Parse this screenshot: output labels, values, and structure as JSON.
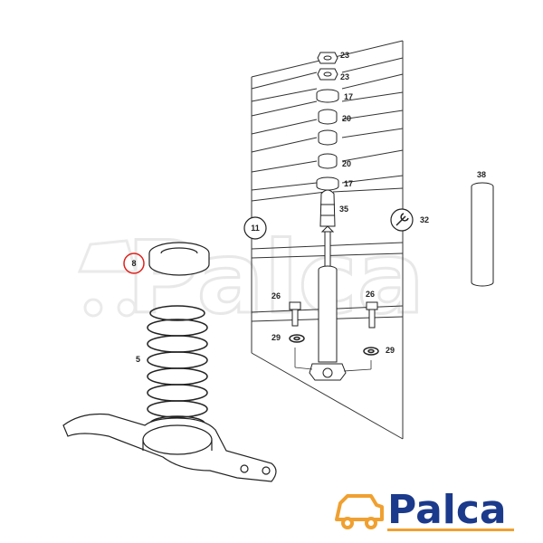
{
  "parts": {
    "p23a": "23",
    "p23b": "23",
    "p17a": "17",
    "p20a": "20",
    "p20b": "20",
    "p17b": "17",
    "p35": "35",
    "p11": "11",
    "p32": "32",
    "p38": "38",
    "p8": "8",
    "p5": "5",
    "p26a": "26",
    "p26b": "26",
    "p29a": "29",
    "p29b": "29"
  },
  "brand": {
    "name": "Palca",
    "watermark": "Palca",
    "color": "#1b3a8c",
    "accent": "#f0a030"
  },
  "highlight_color": "#e0201b"
}
